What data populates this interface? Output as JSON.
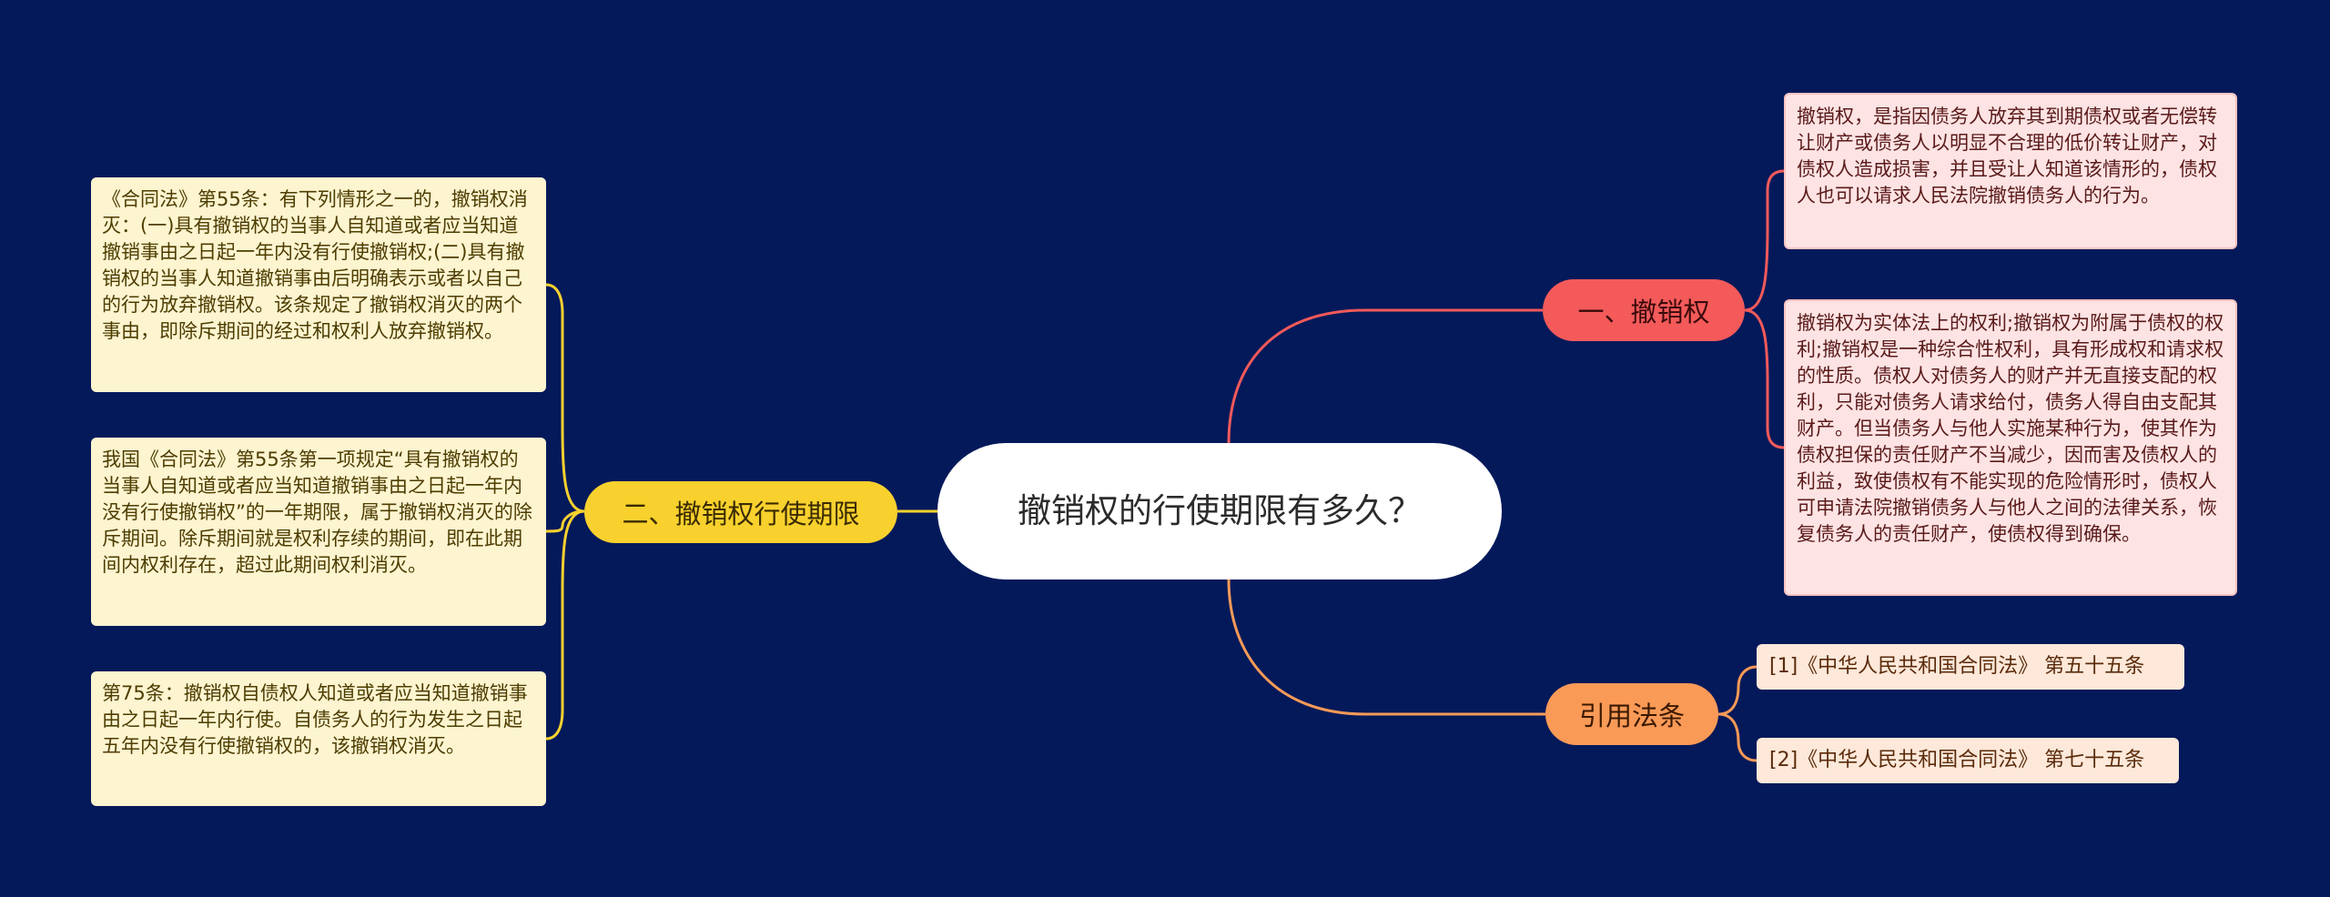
{
  "center": {
    "title": "撤销权的行使期限有多久？"
  },
  "branches": {
    "definition": {
      "label": "一、撤销权",
      "color": "#f45a5a",
      "notes": [
        "撤销权，是指因债务人放弃其到期债权或者无偿转让财产或债务人以明显不合理的低价转让财产，对债权人造成损害，并且受让人知道该情形的，债权人也可以请求人民法院撤销债务人的行为。",
        "撤销权为实体法上的权利;撤销权为附属于债权的权利;撤销权是一种综合性权利，具有形成权和请求权的性质。债权人对债务人的财产并无直接支配的权利，只能对债务人请求给付，债务人得自由支配其财产。但当债务人与他人实施某种行为，使其作为债权担保的责任财产不当减少，因而害及债权人的利益，致使债权有不能实现的危险情形时，债权人可申请法院撤销债务人与他人之间的法律关系，恢复债务人的责任财产，使债权得到确保。"
      ]
    },
    "period": {
      "label": "二、撤销权行使期限",
      "color": "#f8d12e",
      "notes": [
        "《合同法》第55条：有下列情形之一的，撤销权消灭：(一)具有撤销权的当事人自知道或者应当知道撤销事由之日起一年内没有行使撤销权;(二)具有撤销权的当事人知道撤销事由后明确表示或者以自己的行为放弃撤销权。该条规定了撤销权消灭的两个事由，即除斥期间的经过和权利人放弃撤销权。",
        "我国《合同法》第55条第一项规定“具有撤销权的当事人自知道或者应当知道撤销事由之日起一年内没有行使撤销权”的一年期限，属于撤销权消灭的除斥期间。除斥期间就是权利存续的期间，即在此期间内权利存在，超过此期间权利消灭。",
        "第75条：撤销权自债权人知道或者应当知道撤销事由之日起一年内行使。自债务人的行为发生之日起五年内没有行使撤销权的，该撤销权消灭。"
      ]
    },
    "citations": {
      "label": "引用法条",
      "color": "#f99a57",
      "items": [
        "[1]《中华人民共和国合同法》 第五十五条",
        "[2]《中华人民共和国合同法》 第七十五条"
      ]
    }
  },
  "colors": {
    "background": "#03195a",
    "center_fill": "#ffffff",
    "pink_note": "#fde3e3",
    "yellow_note": "#fdf4d0",
    "cite_note": "#fde8d9"
  }
}
